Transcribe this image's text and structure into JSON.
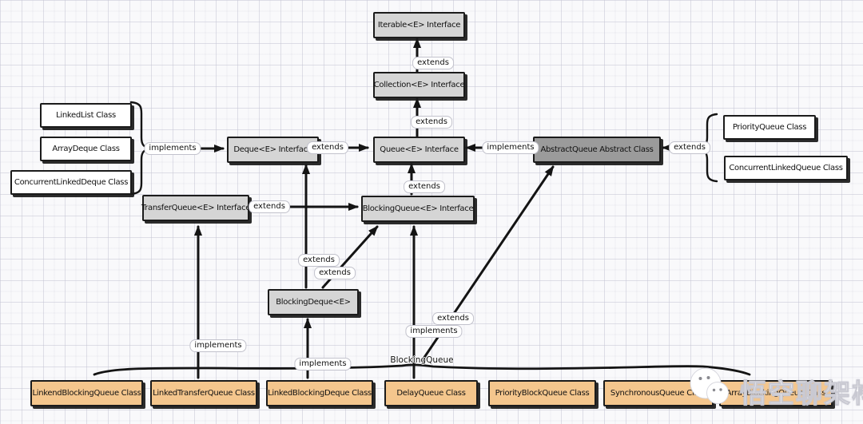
{
  "diagram": {
    "nodes": {
      "iterable": {
        "label": "Iterable<E> Interface",
        "kind": "interface"
      },
      "collection": {
        "label": "Collection<E> Interface",
        "kind": "interface"
      },
      "queue": {
        "label": "Queue<E> Interface",
        "kind": "interface"
      },
      "deque": {
        "label": "Deque<E> Interface",
        "kind": "interface"
      },
      "abstract_queue": {
        "label": "AbstractQueue Abstract Class",
        "kind": "abstract-class"
      },
      "transfer_queue": {
        "label": "TransferQueue<E> Interface",
        "kind": "interface"
      },
      "blocking_queue": {
        "label": "BlockingQueue<E> Interface",
        "kind": "interface"
      },
      "blocking_deque": {
        "label": "BlockingDeque<E>",
        "kind": "interface"
      },
      "linked_list": {
        "label": "LinkedList Class",
        "kind": "class"
      },
      "array_deque": {
        "label": "ArrayDeque Class",
        "kind": "class"
      },
      "concurrent_linked_deque": {
        "label": "ConcurrentLinkedDeque Class",
        "kind": "class"
      },
      "priority_queue": {
        "label": "PriorityQueue Class",
        "kind": "class"
      },
      "concurrent_linked_queue": {
        "label": "ConcurrentLinkedQueue Class",
        "kind": "class"
      },
      "linkend_blocking_queue": {
        "label": "LinkendBlockingQueue Class",
        "kind": "impl-class"
      },
      "linked_transfer_queue": {
        "label": "LinkedTransferQueue Class",
        "kind": "impl-class"
      },
      "linked_blocking_deque": {
        "label": "LinkedBlockingDeque Class",
        "kind": "impl-class"
      },
      "delay_queue": {
        "label": "DelayQueue Class",
        "kind": "impl-class"
      },
      "priority_block_queue": {
        "label": "PriorityBlockQueue Class",
        "kind": "impl-class"
      },
      "synchronous_queue": {
        "label": "SynchronousQueue Class",
        "kind": "impl-class"
      },
      "array_blocking_queue": {
        "label": "ArrayBlockingQueue Class",
        "kind": "impl-class"
      }
    },
    "connector_labels": {
      "collection_extends_iterable": "extends",
      "queue_extends_collection": "extends",
      "deque_extends_queue": "extends",
      "abstractqueue_implements_queue": "implements",
      "classes_extend_abstractqueue": "extends",
      "classes_implement_deque": "implements",
      "transferqueue_extends_blockingqueue": "extends",
      "blockingqueue_extends_queue": "extends",
      "blockingdeque_extends_deque": "extends",
      "blockingdeque_extends_blockingqueue": "extends",
      "classes_implement_transferqueue": "implements",
      "classes_implement_blockingdeque": "implements",
      "classes_implement_blockingqueue": "implements",
      "classes_extend_abstractqueue_diag": "extends",
      "blockingqueue_note": "BlockingQueue"
    },
    "colors": {
      "interface_fill": "#d5d5d5",
      "abstract_fill": "#9b9b9b",
      "class_fill": "#ffffff",
      "impl_class_fill": "#f4c68d",
      "line": "#1a1a1a",
      "background": "#f9f9fb"
    }
  },
  "watermark": {
    "text": "悟空聊架构",
    "icon": "wechat-icon"
  }
}
